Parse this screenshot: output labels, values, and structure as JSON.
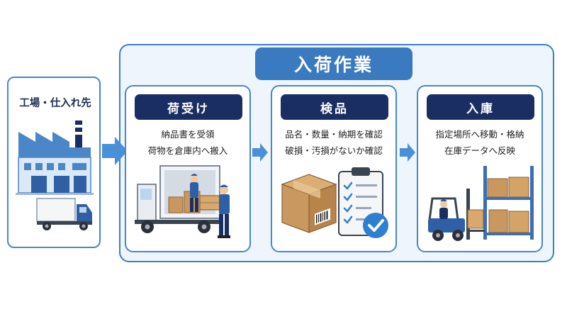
{
  "main_title": "入荷作業",
  "source": {
    "label": "工場・仕入れ先"
  },
  "steps": [
    {
      "title": "荷受け",
      "lines": [
        "納品書を受領",
        "荷物を倉庫内へ搬入"
      ]
    },
    {
      "title": "検品",
      "lines": [
        "品名・数量・納期を確認",
        "破損・汚損がないか確認"
      ]
    },
    {
      "title": "入庫",
      "lines": [
        "指定場所へ移動・格納",
        "在庫データへ反映"
      ]
    }
  ],
  "colors": {
    "panel_border": "#3d7fc4",
    "title_bar": "#3a7ac0",
    "step_header": "#1b2e63",
    "arrow": "#4a90d9",
    "cardboard": "#c99860"
  }
}
